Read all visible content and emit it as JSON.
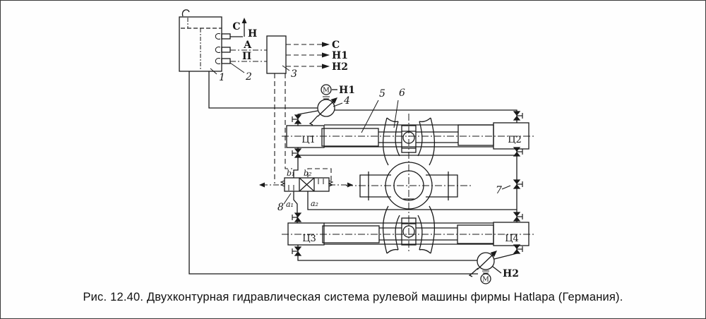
{
  "caption": "Рис. 12.40. Двухконтурная гидравлическая система рулевой машины фирмы Hatlapa (Германия).",
  "station": {
    "c": "С",
    "n": "Н",
    "a": "А",
    "p": "П"
  },
  "outputs": {
    "c": "С",
    "h1": "Н1",
    "h2": "Н2"
  },
  "callouts": {
    "n1": "1",
    "n2": "2",
    "n3": "3",
    "n4": "4",
    "n5": "5",
    "n6": "6",
    "n7": "7",
    "n8": "8"
  },
  "cylinders": {
    "c1": "Ц1",
    "c2": "Ц2",
    "c3": "Ц3",
    "c4": "Ц4"
  },
  "ports": {
    "b1": "b₁",
    "b2": "b₂",
    "a1": "a₁",
    "a2": "a₂"
  },
  "machines": {
    "motor": "М",
    "pump1": "Н1",
    "pump2": "Н2"
  }
}
